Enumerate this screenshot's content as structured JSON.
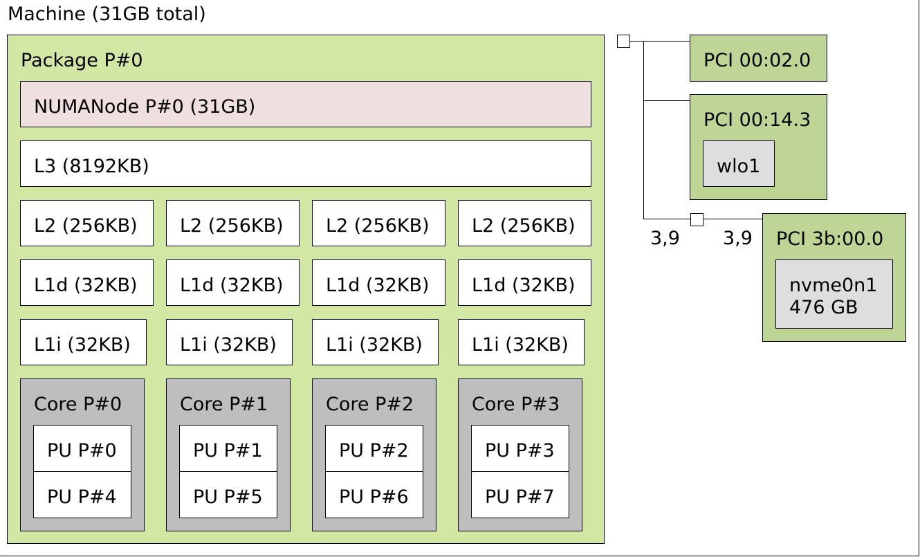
{
  "machine": {
    "label": "Machine (31GB total)"
  },
  "package": {
    "label": "Package P#0",
    "numa": "NUMANode P#0 (31GB)",
    "l3": "L3 (8192KB)",
    "l2": [
      "L2 (256KB)",
      "L2 (256KB)",
      "L2 (256KB)",
      "L2 (256KB)"
    ],
    "l1d": [
      "L1d (32KB)",
      "L1d (32KB)",
      "L1d (32KB)",
      "L1d (32KB)"
    ],
    "l1i": [
      "L1i (32KB)",
      "L1i (32KB)",
      "L1i (32KB)",
      "L1i (32KB)"
    ],
    "cores": [
      {
        "label": "Core P#0",
        "pus": [
          "PU P#0",
          "PU P#4"
        ]
      },
      {
        "label": "Core P#1",
        "pus": [
          "PU P#1",
          "PU P#5"
        ]
      },
      {
        "label": "Core P#2",
        "pus": [
          "PU P#2",
          "PU P#6"
        ]
      },
      {
        "label": "Core P#3",
        "pus": [
          "PU P#3",
          "PU P#7"
        ]
      }
    ]
  },
  "pci": [
    {
      "label": "PCI 00:02.0"
    },
    {
      "label": "PCI 00:14.3",
      "device": "wlo1"
    },
    {
      "label": "PCI 3b:00.0",
      "device_lines": [
        "nvme0n1",
        "476 GB"
      ]
    }
  ],
  "link_labels": [
    "3,9",
    "3,9"
  ],
  "colors": {
    "package": "#d2e7a4",
    "pci": "#bed595",
    "numa": "#efdfde",
    "cache": "#ffffff",
    "core": "#bebebe",
    "device": "#dedede"
  }
}
